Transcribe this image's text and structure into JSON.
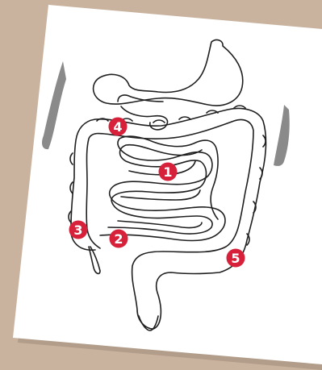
{
  "colors": {
    "background": "#c9b39f",
    "card": "#ffffff",
    "card_shadow": "#9e8a78",
    "outline": "#1f1f1f",
    "body_shade": "#8a8a8a",
    "marker_fill": "#d7203a",
    "marker_text": "#ffffff"
  },
  "markers": [
    {
      "id": "marker-1",
      "label": "1"
    },
    {
      "id": "marker-2",
      "label": "2"
    },
    {
      "id": "marker-3",
      "label": "3"
    },
    {
      "id": "marker-4",
      "label": "4"
    },
    {
      "id": "marker-5",
      "label": "5"
    }
  ]
}
